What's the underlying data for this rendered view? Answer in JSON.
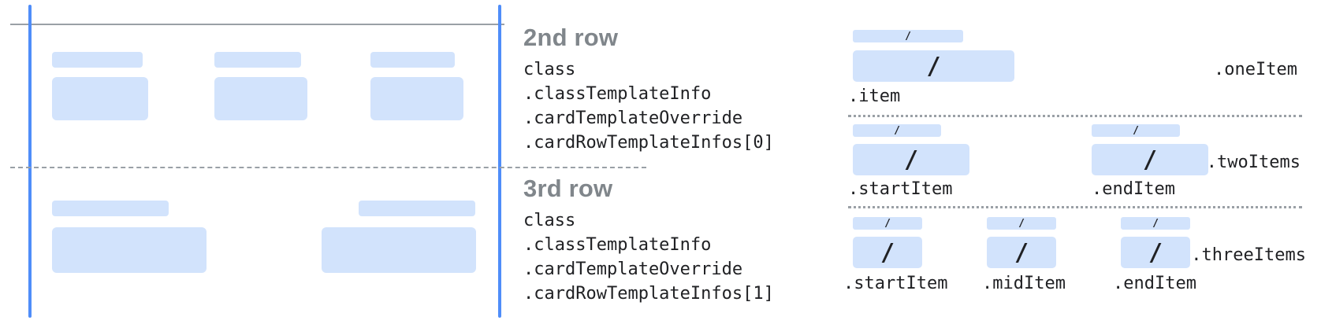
{
  "colors": {
    "placeholder_blue": "#d2e3fc",
    "card_edge_blue": "#4f8df9",
    "heading_gray": "#80868b",
    "line_gray": "#9aa0a6",
    "code_text": "#202124"
  },
  "middle": {
    "row2": {
      "title": "2nd row",
      "lines": [
        "class",
        ".classTemplateInfo",
        ".cardTemplateOverride",
        ".cardRowTemplateInfos[0]"
      ]
    },
    "row3": {
      "title": "3rd row",
      "lines": [
        "class",
        ".classTemplateInfo",
        ".cardTemplateOverride",
        ".cardRowTemplateInfos[1]"
      ]
    }
  },
  "right": {
    "slash": "/",
    "one": {
      "name": ".oneItem",
      "items": [
        ".item"
      ]
    },
    "two": {
      "name": ".twoItems",
      "items": [
        ".startItem",
        ".endItem"
      ]
    },
    "three": {
      "name": ".threeItems",
      "items": [
        ".startItem",
        ".midItem",
        ".endItem"
      ]
    }
  }
}
